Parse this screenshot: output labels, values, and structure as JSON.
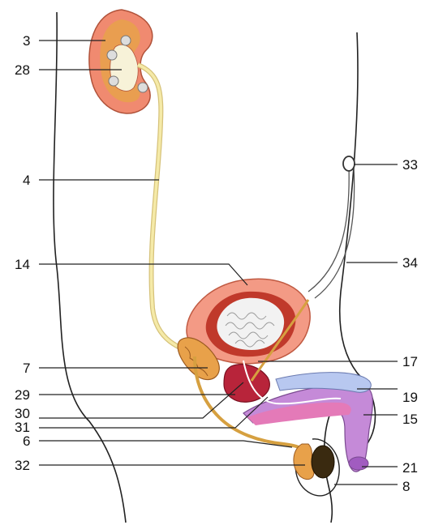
{
  "labels": {
    "l3": "3",
    "l28": "28",
    "l4": "4",
    "l14": "14",
    "l7": "7",
    "l29": "29",
    "l30": "30",
    "l31": "31",
    "l6": "6",
    "l32": "32",
    "l33": "33",
    "l34": "34",
    "l17": "17",
    "l19": "19",
    "l15": "15",
    "l21": "21",
    "l8": "8"
  },
  "colors": {
    "kidney": "#f08a70",
    "kidney_cortex": "#e8a14a",
    "ureter": "#f5eaa8",
    "bladder_outer": "#f39a85",
    "bladder_inner": "#c0392b",
    "seminal_vesicle": "#e8a14a",
    "prostate": "#b8243a",
    "penis_shaft": "#c58ad8",
    "penis_inner": "#e47ab8",
    "urethra": "#b8c8f0",
    "testis": "#3a2a10",
    "epididymis": "#e8a14a"
  }
}
